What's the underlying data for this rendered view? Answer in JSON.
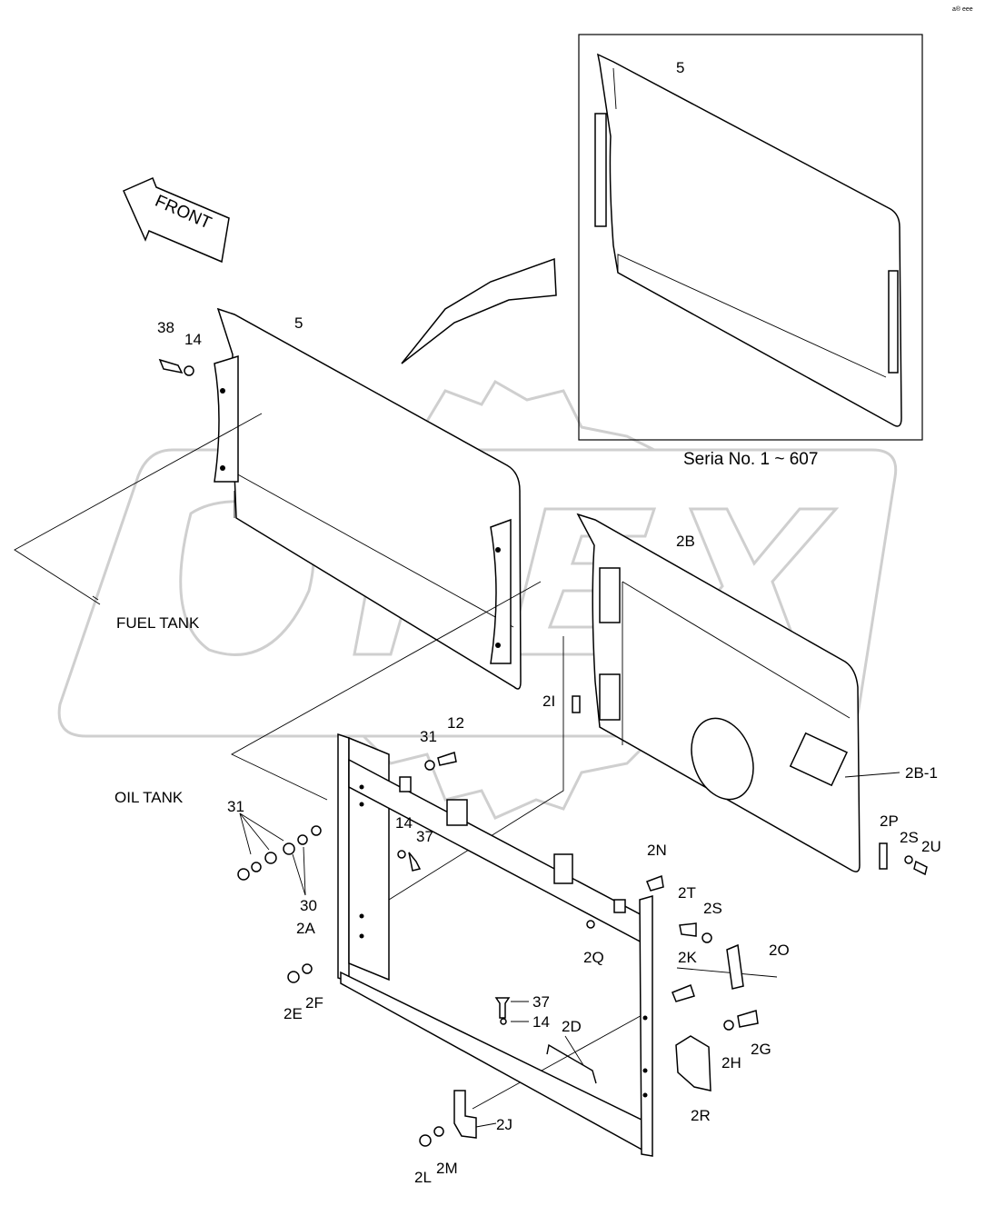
{
  "direction_label": "FRONT",
  "corner_mark": "a® eee",
  "inset": {
    "caption": "Seria No. 1 ~ 607",
    "part_label": "5"
  },
  "areas": {
    "fuel_tank": "FUEL TANK",
    "oil_tank": "OIL TANK"
  },
  "watermark": "OPEX",
  "parts": {
    "p38": "38",
    "p14a": "14",
    "p5": "5",
    "p2B": "2B",
    "p2B1": "2B-1",
    "p2I": "2I",
    "p31a": "31",
    "p12": "12",
    "p31b": "31",
    "p30": "30",
    "p14b": "14",
    "p37a": "37",
    "p2A": "2A",
    "p2E": "2E",
    "p2F": "2F",
    "p2N": "2N",
    "p2Q": "2Q",
    "p2T": "2T",
    "p2S_a": "2S",
    "p2O": "2O",
    "p2K": "2K",
    "p2P": "2P",
    "p2S_b": "2S",
    "p2U": "2U",
    "p37b": "37",
    "p14c": "14",
    "p2D": "2D",
    "p2H": "2H",
    "p2G": "2G",
    "p2R": "2R",
    "p2J": "2J",
    "p2L": "2L",
    "p2M": "2M"
  }
}
